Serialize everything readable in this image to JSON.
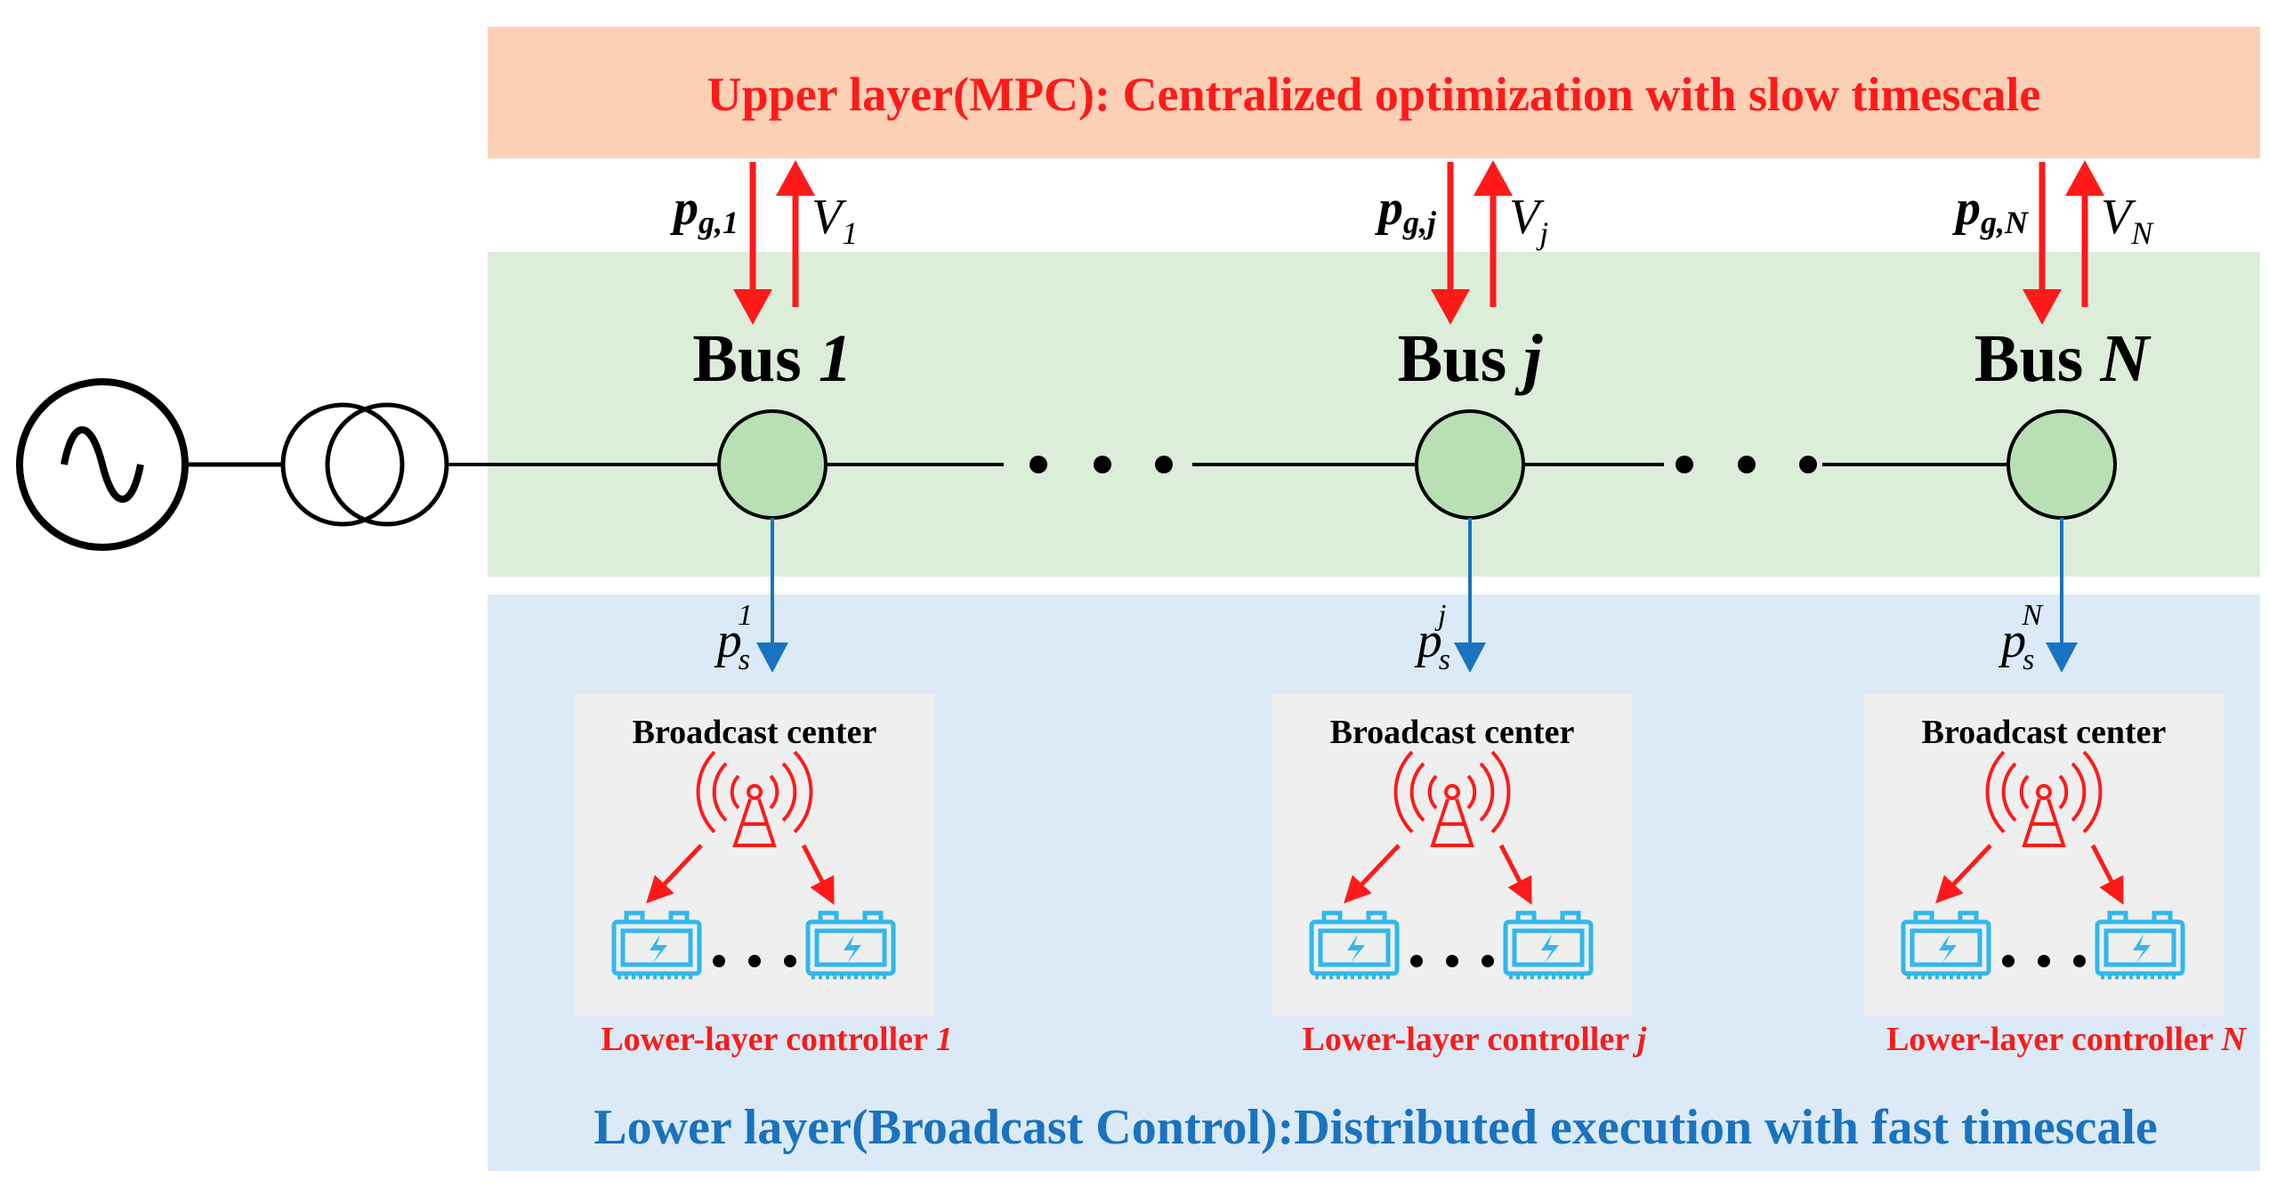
{
  "upper_layer": {
    "label": "Upper layer(MPC): Centralized optimization with slow timescale"
  },
  "lower_layer": {
    "label": "Lower layer(Broadcast Control):Distributed execution with fast timescale"
  },
  "buses": [
    {
      "title_prefix": "Bus ",
      "title_index": "1",
      "pg_main": "p",
      "pg_sub": "g,1",
      "v_main": "V",
      "v_sub": "1",
      "ps_main": "p",
      "ps_sub": "s",
      "ps_sup": "1",
      "broadcast_title": "Broadcast center",
      "controller_prefix": "Lower-layer controller ",
      "controller_index": "1"
    },
    {
      "title_prefix": "Bus ",
      "title_index": "j",
      "pg_main": "p",
      "pg_sub": "g,j",
      "v_main": "V",
      "v_sub": "j",
      "ps_main": "p",
      "ps_sub": "s",
      "ps_sup": "j",
      "broadcast_title": "Broadcast center",
      "controller_prefix": "Lower-layer controller ",
      "controller_index": "j"
    },
    {
      "title_prefix": "Bus ",
      "title_index": "N",
      "pg_main": "p",
      "pg_sub": "g,N",
      "v_main": "V",
      "v_sub": "N",
      "ps_main": "p",
      "ps_sub": "s",
      "ps_sup": "N",
      "broadcast_title": "Broadcast center",
      "controller_prefix": "Lower-layer controller ",
      "controller_index": "N"
    }
  ],
  "colors": {
    "upper_band": "#fbd0b5",
    "middle_band": "#dcedd9",
    "lower_band": "#dbeaf6",
    "bus_node": "#b9e0b4",
    "broadcast_panel": "#efefef",
    "signal_red": "#ff1a1a",
    "signal_blue": "#1a73c0",
    "battery": "#31b7ee"
  },
  "icons": [
    "ac-source-icon",
    "transformer-icon",
    "antenna-icon",
    "battery-icon"
  ]
}
